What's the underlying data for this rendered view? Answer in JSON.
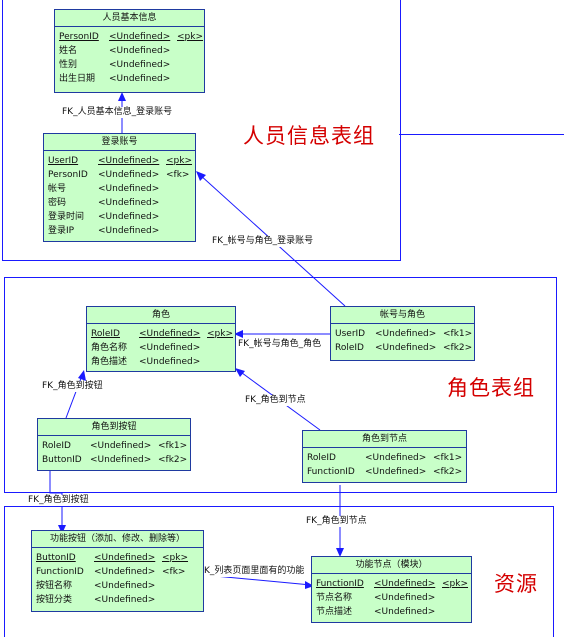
{
  "groups": {
    "person": "人员信息表组",
    "role": "角色表组",
    "resource": "资源"
  },
  "tables": {
    "person": {
      "title": "人员基本信息",
      "rows": [
        {
          "name": "PersonID",
          "type": "<Undefined>",
          "key": "<pk>"
        },
        {
          "name": "姓名",
          "type": "<Undefined>",
          "key": ""
        },
        {
          "name": "性别",
          "type": "<Undefined>",
          "key": ""
        },
        {
          "name": "出生日期",
          "type": "<Undefined>",
          "key": ""
        }
      ]
    },
    "login": {
      "title": "登录账号",
      "rows": [
        {
          "name": "UserID",
          "type": "<Undefined>",
          "key": "<pk>"
        },
        {
          "name": "PersonID",
          "type": "<Undefined>",
          "key": "<fk>"
        },
        {
          "name": "帐号",
          "type": "<Undefined>",
          "key": ""
        },
        {
          "name": "密码",
          "type": "<Undefined>",
          "key": ""
        },
        {
          "name": "登录时间",
          "type": "<Undefined>",
          "key": ""
        },
        {
          "name": "登录IP",
          "type": "<Undefined>",
          "key": ""
        }
      ]
    },
    "role": {
      "title": "角色",
      "rows": [
        {
          "name": "RoleID",
          "type": "<Undefined>",
          "key": "<pk>"
        },
        {
          "name": "角色名称",
          "type": "<Undefined>",
          "key": ""
        },
        {
          "name": "角色描述",
          "type": "<Undefined>",
          "key": ""
        }
      ]
    },
    "account_role": {
      "title": "帐号与角色",
      "rows": [
        {
          "name": "UserID",
          "type": "<Undefined>",
          "key": "<fk1>"
        },
        {
          "name": "RoleID",
          "type": "<Undefined>",
          "key": "<fk2>"
        }
      ]
    },
    "role_button": {
      "title": "角色到按钮",
      "rows": [
        {
          "name": "RoleID",
          "type": "<Undefined>",
          "key": "<fk1>"
        },
        {
          "name": "ButtonID",
          "type": "<Undefined>",
          "key": "<fk2>"
        }
      ]
    },
    "role_node": {
      "title": "角色到节点",
      "rows": [
        {
          "name": "RoleID",
          "type": "<Undefined>",
          "key": "<fk1>"
        },
        {
          "name": "FunctionID",
          "type": "<Undefined>",
          "key": "<fk2>"
        }
      ]
    },
    "button": {
      "title": "功能按钮（添加、修改、删除等）",
      "rows": [
        {
          "name": "ButtonID",
          "type": "<Undefined>",
          "key": "<pk>"
        },
        {
          "name": "FunctionID",
          "type": "<Undefined>",
          "key": "<fk>"
        },
        {
          "name": "按钮名称",
          "type": "<Undefined>",
          "key": ""
        },
        {
          "name": "按钮分类",
          "type": "<Undefined>",
          "key": ""
        }
      ]
    },
    "node": {
      "title": "功能节点（模块）",
      "rows": [
        {
          "name": "FunctionID",
          "type": "<Undefined>",
          "key": "<pk>"
        },
        {
          "name": "节点名称",
          "type": "<Undefined>",
          "key": ""
        },
        {
          "name": "节点描述",
          "type": "<Undefined>",
          "key": ""
        }
      ]
    }
  },
  "links": {
    "person_login": "FK_人员基本信息_登录账号",
    "account_login": "FK_帐号与角色_登录账号",
    "account_role": "FK_帐号与角色_角色",
    "rolebutton_role": "FK_角色到按钮",
    "rolenode_role": "FK_角色到节点",
    "rolebutton_button": "FK_角色到按钮",
    "rolenode_node": "FK_角色到节点",
    "button_node": "K_列表页面里面有的功能"
  }
}
